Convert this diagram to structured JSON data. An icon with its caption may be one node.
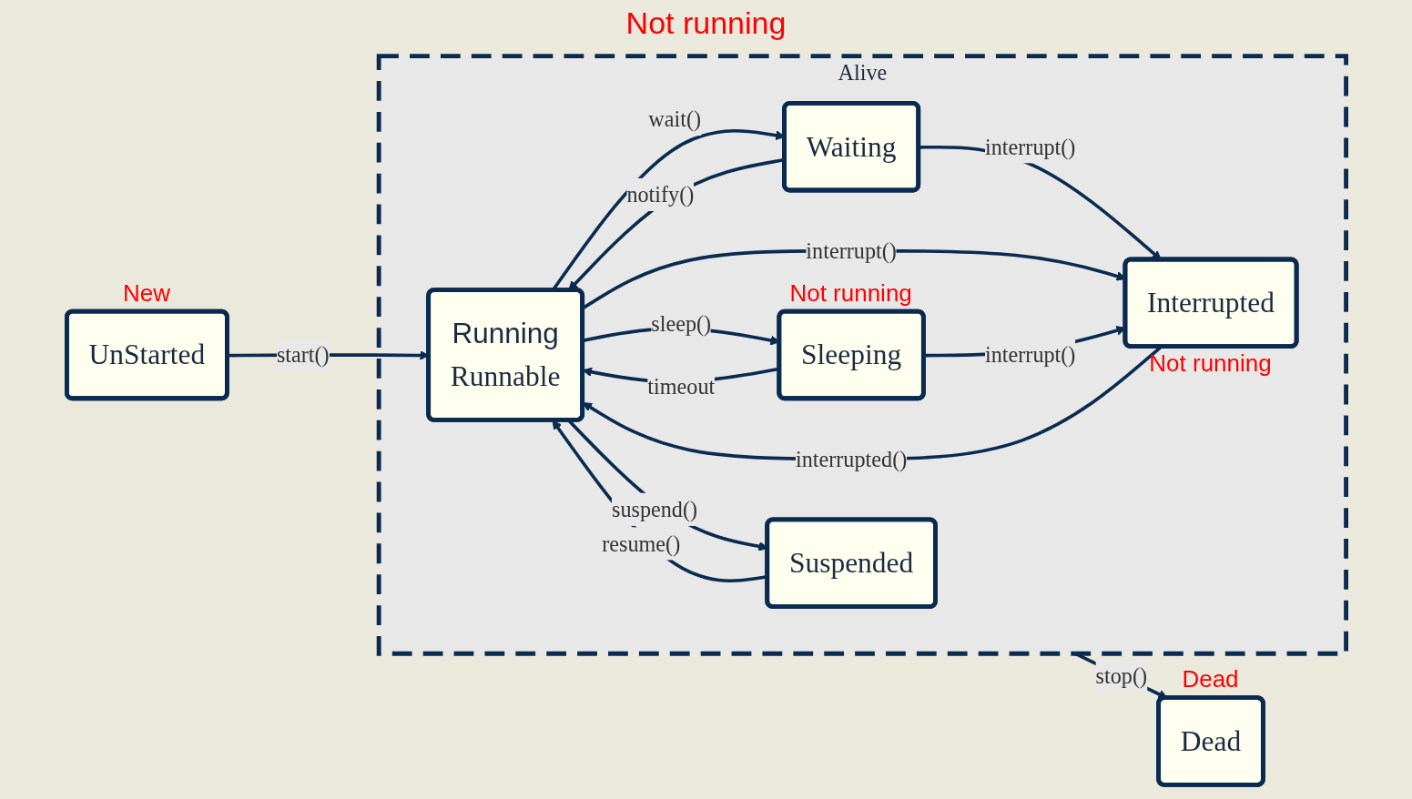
{
  "diagram": {
    "nodes": [
      {
        "text": [
          "UnStarted"
        ],
        "beside": [
          "New"
        ]
      },
      {
        "text": [
          "Alive"
        ]
      },
      {
        "text": [
          "Suspended"
        ],
        "in": 1
      },
      {
        "text": [
          "Waiting"
        ],
        "in": 1
      },
      {
        "text": [
          "Running",
          "Runnable"
        ],
        "in": 1
      },
      {
        "text": [
          "Interrupted"
        ],
        "in": 1,
        "beside": [
          "Not running"
        ]
      },
      {
        "text": [
          "Sleeping"
        ],
        "in": 1,
        "beside": [
          "Not running"
        ]
      },
      {
        "text": [
          "Dead"
        ],
        "beside": [
          "Dead"
        ]
      }
    ],
    "edges": [
      {
        "from": 0,
        "to": 4,
        "arrow": "to",
        "label": "start()"
      },
      {
        "from": 2,
        "to": 4,
        "arrow": "to",
        "label": "resume()"
      },
      {
        "from": 4,
        "to": 2,
        "arrow": "to",
        "label": "suspend()"
      },
      {
        "from": 4,
        "to": 3,
        "arrow": "to",
        "label": "wait()"
      },
      {
        "from": 3,
        "to": 4,
        "arrow": "to",
        "label": "notify()"
      },
      {
        "from": 3,
        "to": 5,
        "arrow": "to",
        "label": "interrupt()"
      },
      {
        "from": 4,
        "to": 5,
        "arrow": "to",
        "label": "interrupt()"
      },
      {
        "from": 5,
        "to": 4,
        "arrow": "to",
        "label": "interrupted()"
      },
      {
        "from": 4,
        "to": 6,
        "arrow": "to",
        "label": "sleep()"
      },
      {
        "from": 6,
        "to": 4,
        "arrow": "to",
        "label": "timeout"
      },
      {
        "from": 6,
        "to": 5,
        "arrow": "to",
        "label": "interrupt()"
      },
      {
        "from": 1,
        "to": 7,
        "arrow": "to",
        "label": "stop()"
      }
    ],
    "labels": [
      "Not running"
    ]
  }
}
